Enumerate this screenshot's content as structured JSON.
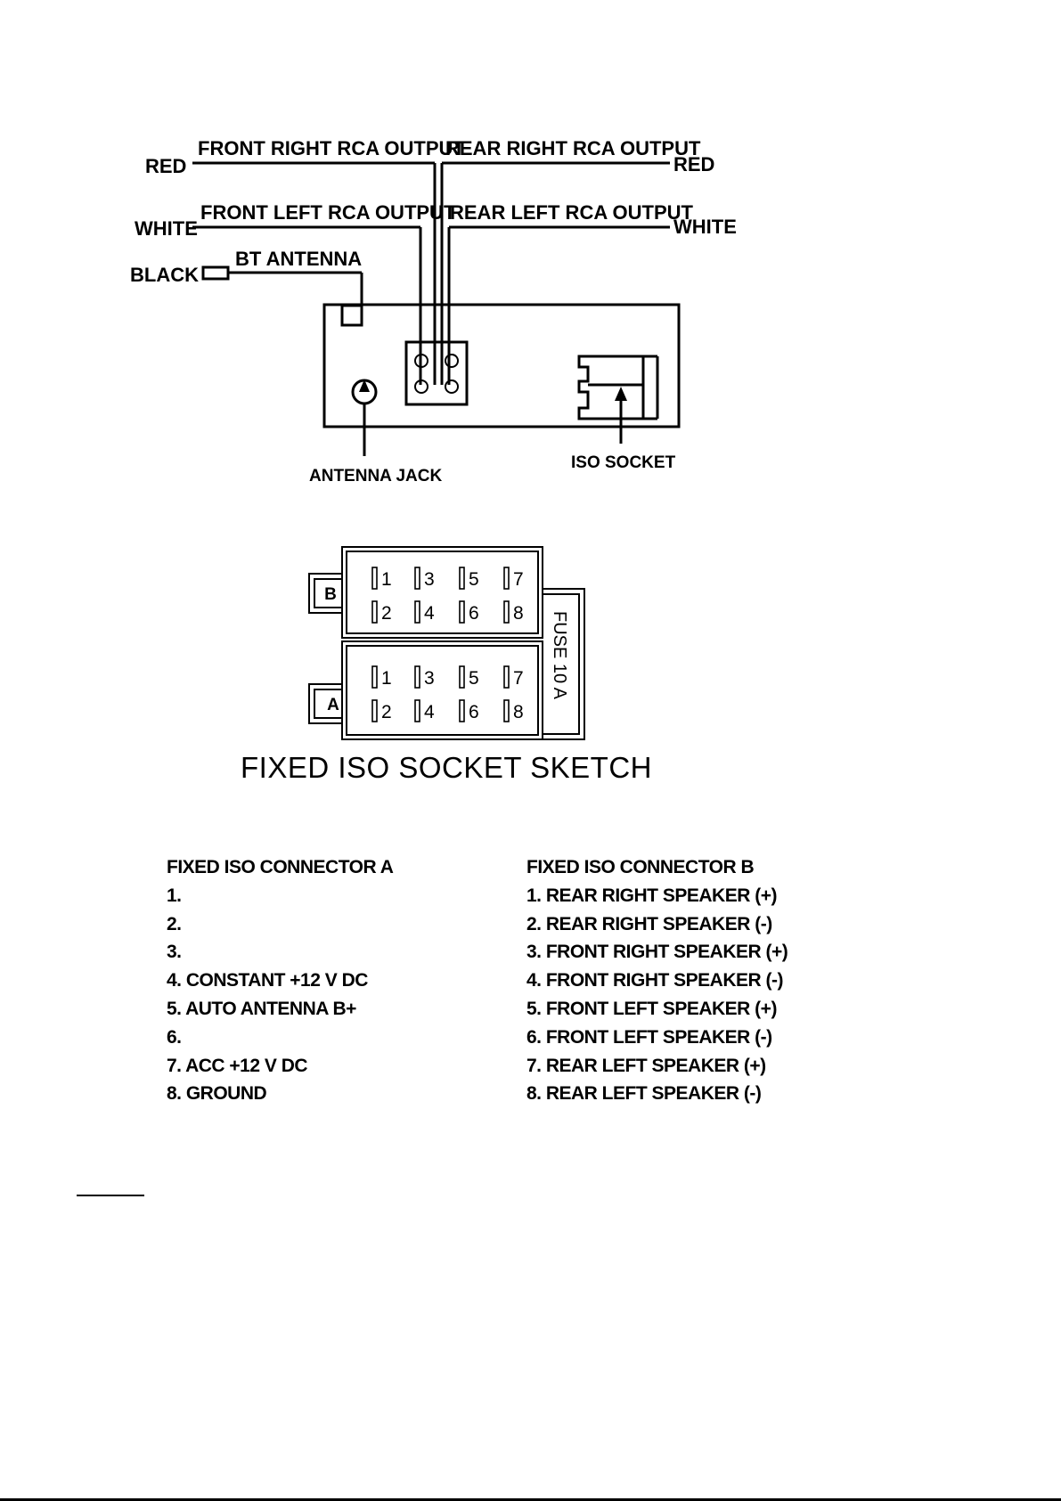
{
  "wiring": {
    "front_right_rca": "FRONT RIGHT RCA OUTPUT",
    "rear_right_rca": "REAR  RIGHT RCA OUTPUT",
    "front_left_rca": "FRONT LEFT  RCA OUTPUT",
    "rear_left_rca": "REAR  LEFT  RCA OUTPUT",
    "red_left": "RED",
    "red_right": "RED",
    "white_left": "WHITE",
    "white_right": "WHITE",
    "black": "BLACK",
    "bt_antenna": "BT ANTENNA",
    "antenna_jack": "ANTENNA JACK",
    "iso_socket": "ISO SOCKET"
  },
  "iso_sketch": {
    "title": "FIXED ISO SOCKET SKETCH",
    "connector_b_letter": "B",
    "connector_a_letter": "A",
    "fuse_label": "FUSE  10 A",
    "pins": [
      "1",
      "2",
      "3",
      "4",
      "5",
      "6",
      "7",
      "8"
    ]
  },
  "connector_a": {
    "title": "FIXED ISO CONNECTOR  A",
    "items": [
      "1.",
      "2.",
      "3.",
      "4. CONSTANT +12 V DC",
      "5. AUTO ANTENNA B+",
      "6.",
      "7. ACC +12 V DC",
      "8. GROUND"
    ]
  },
  "connector_b": {
    "title": "FIXED ISO CONNECTOR  B",
    "items": [
      "1. REAR RIGHT SPEAKER (+)",
      "2. REAR RIGHT SPEAKER (-)",
      "3. FRONT RIGHT SPEAKER (+)",
      "4. FRONT RIGHT SPEAKER (-)",
      "5. FRONT LEFT SPEAKER (+)",
      "6. FRONT LEFT SPEAKER (-)",
      "7. REAR LEFT SPEAKER (+)",
      "8. REAR LEFT SPEAKER (-)"
    ]
  }
}
